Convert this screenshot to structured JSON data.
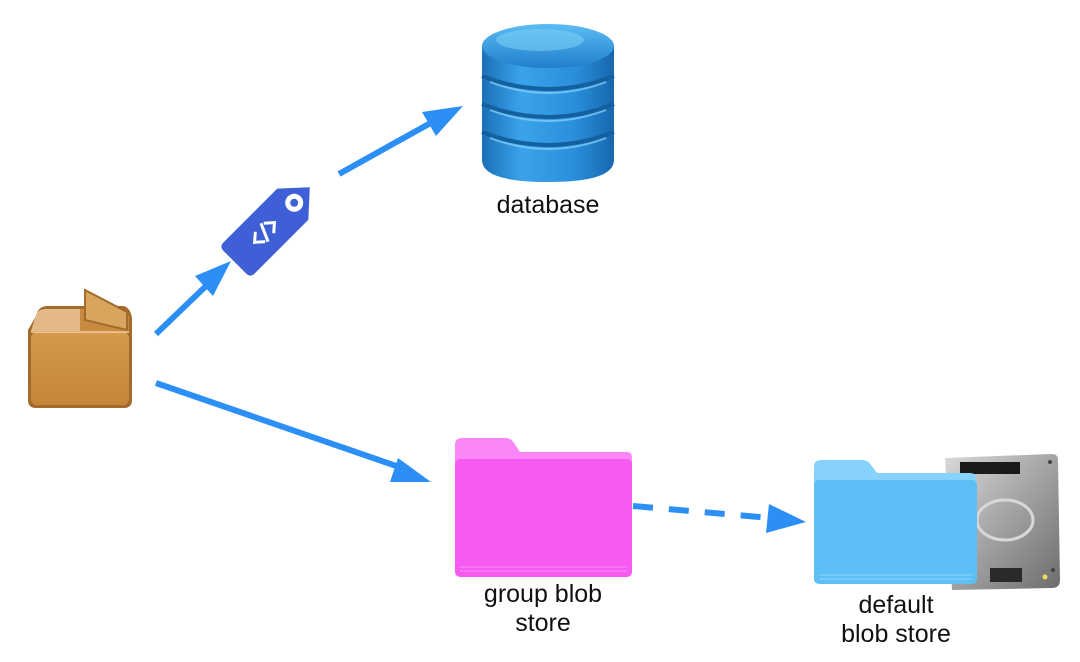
{
  "diagram": {
    "title": "",
    "colors": {
      "arrow": "#2b8ff5",
      "box": "#c98a3e",
      "tag": "#3e5fd6",
      "database": "#1f86d0",
      "group_folder": "#f65af0",
      "default_folder": "#5cbff5",
      "disk": "#8a8a8a"
    },
    "nodes": [
      {
        "id": "package",
        "icon": "package-box-icon",
        "label": ""
      },
      {
        "id": "tag",
        "icon": "code-tag-icon",
        "label": ""
      },
      {
        "id": "database",
        "icon": "database-icon",
        "label": "database"
      },
      {
        "id": "group_blob_store",
        "icon": "pink-folder-icon",
        "label_lines": [
          "group blob",
          "store"
        ]
      },
      {
        "id": "default_blob_store",
        "icon": "blue-folder-hard-disk-icon",
        "label_lines": [
          "default",
          "blob store"
        ]
      }
    ],
    "edges": [
      {
        "from": "package",
        "to": "tag",
        "style": "solid"
      },
      {
        "from": "tag",
        "to": "database",
        "style": "solid"
      },
      {
        "from": "package",
        "to": "group_blob_store",
        "style": "solid"
      },
      {
        "from": "group_blob_store",
        "to": "default_blob_store",
        "style": "dashed"
      }
    ]
  }
}
